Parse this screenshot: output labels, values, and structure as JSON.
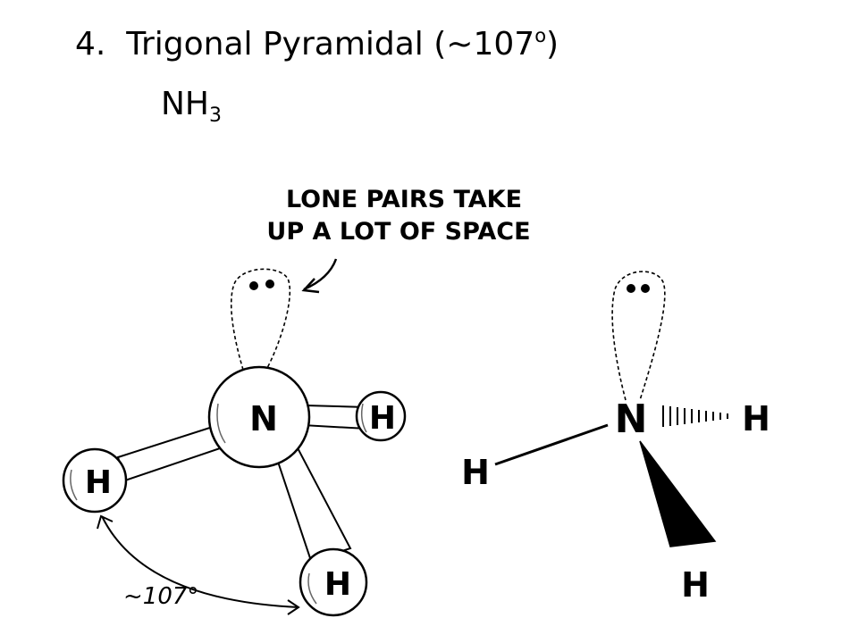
{
  "title": {
    "number": "4.",
    "name": "Trigonal Pyramidal (~107",
    "degree": "o",
    "close": ")"
  },
  "formula": {
    "element": "NH",
    "subscript": "3"
  },
  "annotation": {
    "line1": "LONE PAIRS TAKE",
    "line2": "UP A LOT OF SPACE"
  },
  "ball_model": {
    "central_atom": "N",
    "atom_right": "H",
    "atom_left": "H",
    "atom_bottom": "H",
    "angle_label": "~107°"
  },
  "wedge_model": {
    "central_atom": "N",
    "atom_right": "H",
    "atom_left": "H",
    "atom_bottom": "H"
  }
}
